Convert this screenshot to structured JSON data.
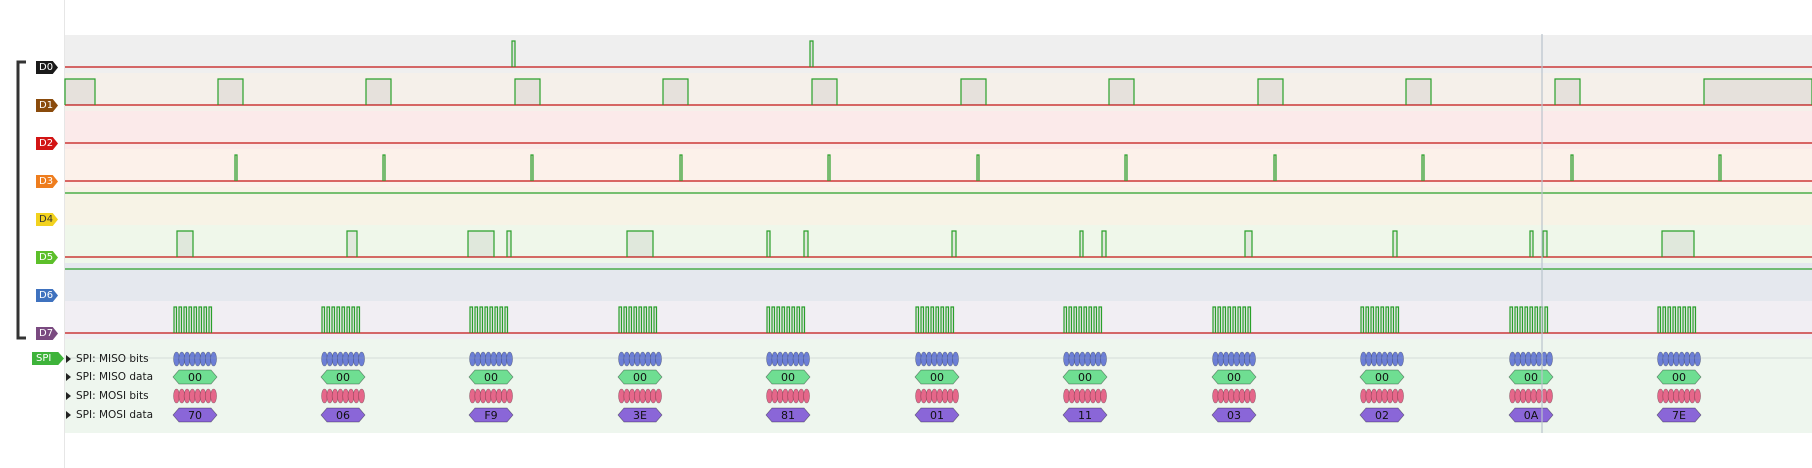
{
  "channels": [
    {
      "label": "D0",
      "color": "#1a1a1a",
      "row_bg": "#efefef"
    },
    {
      "label": "D1",
      "color": "#8a4b0c",
      "row_bg": "#f5f0ea"
    },
    {
      "label": "D2",
      "color": "#d21414",
      "row_bg": "#fbeaea"
    },
    {
      "label": "D3",
      "color": "#ee7d1e",
      "row_bg": "#fcf1ea"
    },
    {
      "label": "D4",
      "color": "#f2d21e",
      "row_bg": "#f7f3e6"
    },
    {
      "label": "D5",
      "color": "#5cbf2a",
      "row_bg": "#eff7ea"
    },
    {
      "label": "D6",
      "color": "#3f72bf",
      "row_bg": "#e5e8ee"
    },
    {
      "label": "D7",
      "color": "#7a4a80",
      "row_bg": "#f1eef3"
    }
  ],
  "spi": {
    "label": "SPI",
    "rows": [
      {
        "label": "SPI: MISO bits"
      },
      {
        "label": "SPI: MISO data"
      },
      {
        "label": "SPI: MOSI bits"
      },
      {
        "label": "SPI: MOSI data"
      }
    ],
    "miso_values": [
      "00",
      "00",
      "00",
      "00",
      "00",
      "00",
      "00",
      "00",
      "00",
      "00",
      "00"
    ],
    "mosi_values": [
      "70",
      "06",
      "F9",
      "3E",
      "81",
      "01",
      "11",
      "03",
      "02",
      "0A",
      "7E"
    ],
    "colors": {
      "miso_bits": "#6c7fd6",
      "miso_data": "#6fde92",
      "mosi_bits": "#e5678a",
      "mosi_data": "#8a66d8",
      "group_bg": "#eef6ee"
    }
  },
  "colors": {
    "trace_low": "#c41414",
    "trace_high": "#2aa02a",
    "cursor": "#b9c3cc",
    "bracket": "#333333"
  }
}
